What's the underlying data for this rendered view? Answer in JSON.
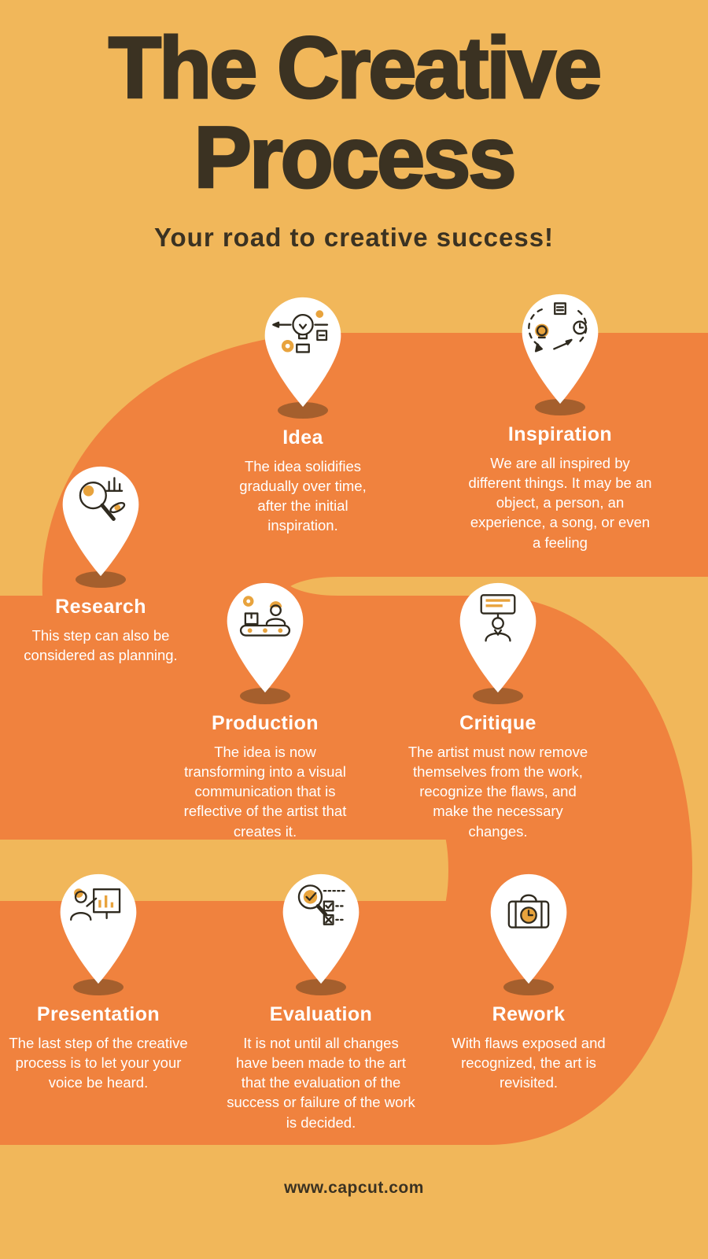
{
  "page": {
    "title_line1": "The Creative",
    "title_line2": "Process",
    "subtitle": "Your road to creative success!",
    "footer": "www.capcut.com"
  },
  "colors": {
    "background": "#F1B75A",
    "road": "#F0823E",
    "heading_text": "#3B3222",
    "pin_fill": "#FFFFFF",
    "pin_shadow": "#A55F2D",
    "step_text": "#FFFFFF",
    "icon_accent": "#E8A33D",
    "icon_line": "#2F2A1F"
  },
  "steps": [
    {
      "id": "idea",
      "title": "Idea",
      "icon": "idea-bulb-gear-icon",
      "description": "The idea solidifies gradually over time, after the initial inspiration."
    },
    {
      "id": "inspiration",
      "title": "Inspiration",
      "icon": "inspiration-cycle-icon",
      "description": "We are all inspired by different things.  It may be an object, a person, an experience, a song, or even a feeling"
    },
    {
      "id": "research",
      "title": "Research",
      "icon": "research-magnifier-chart-icon",
      "description": "This step can also be considered as planning."
    },
    {
      "id": "production",
      "title": "Production",
      "icon": "production-conveyor-icon",
      "description": "The idea is now transforming into a visual communication that is reflective of the artist that creates it."
    },
    {
      "id": "critique",
      "title": "Critique",
      "icon": "critique-person-monitor-icon",
      "description": "The artist must now remove themselves from the work, recognize the flaws, and make the necessary changes."
    },
    {
      "id": "presentation",
      "title": "Presentation",
      "icon": "presentation-board-icon",
      "description": "The last step of the creative process is to let your your voice be heard."
    },
    {
      "id": "evaluation",
      "title": "Evaluation",
      "icon": "evaluation-checklist-icon",
      "description": "It is not until all changes have been made to the art that the evaluation of the success or failure of the work is decided."
    },
    {
      "id": "rework",
      "title": "Rework",
      "icon": "rework-toolbox-clock-icon",
      "description": "With flaws exposed and recognized, the art is revisited."
    }
  ]
}
